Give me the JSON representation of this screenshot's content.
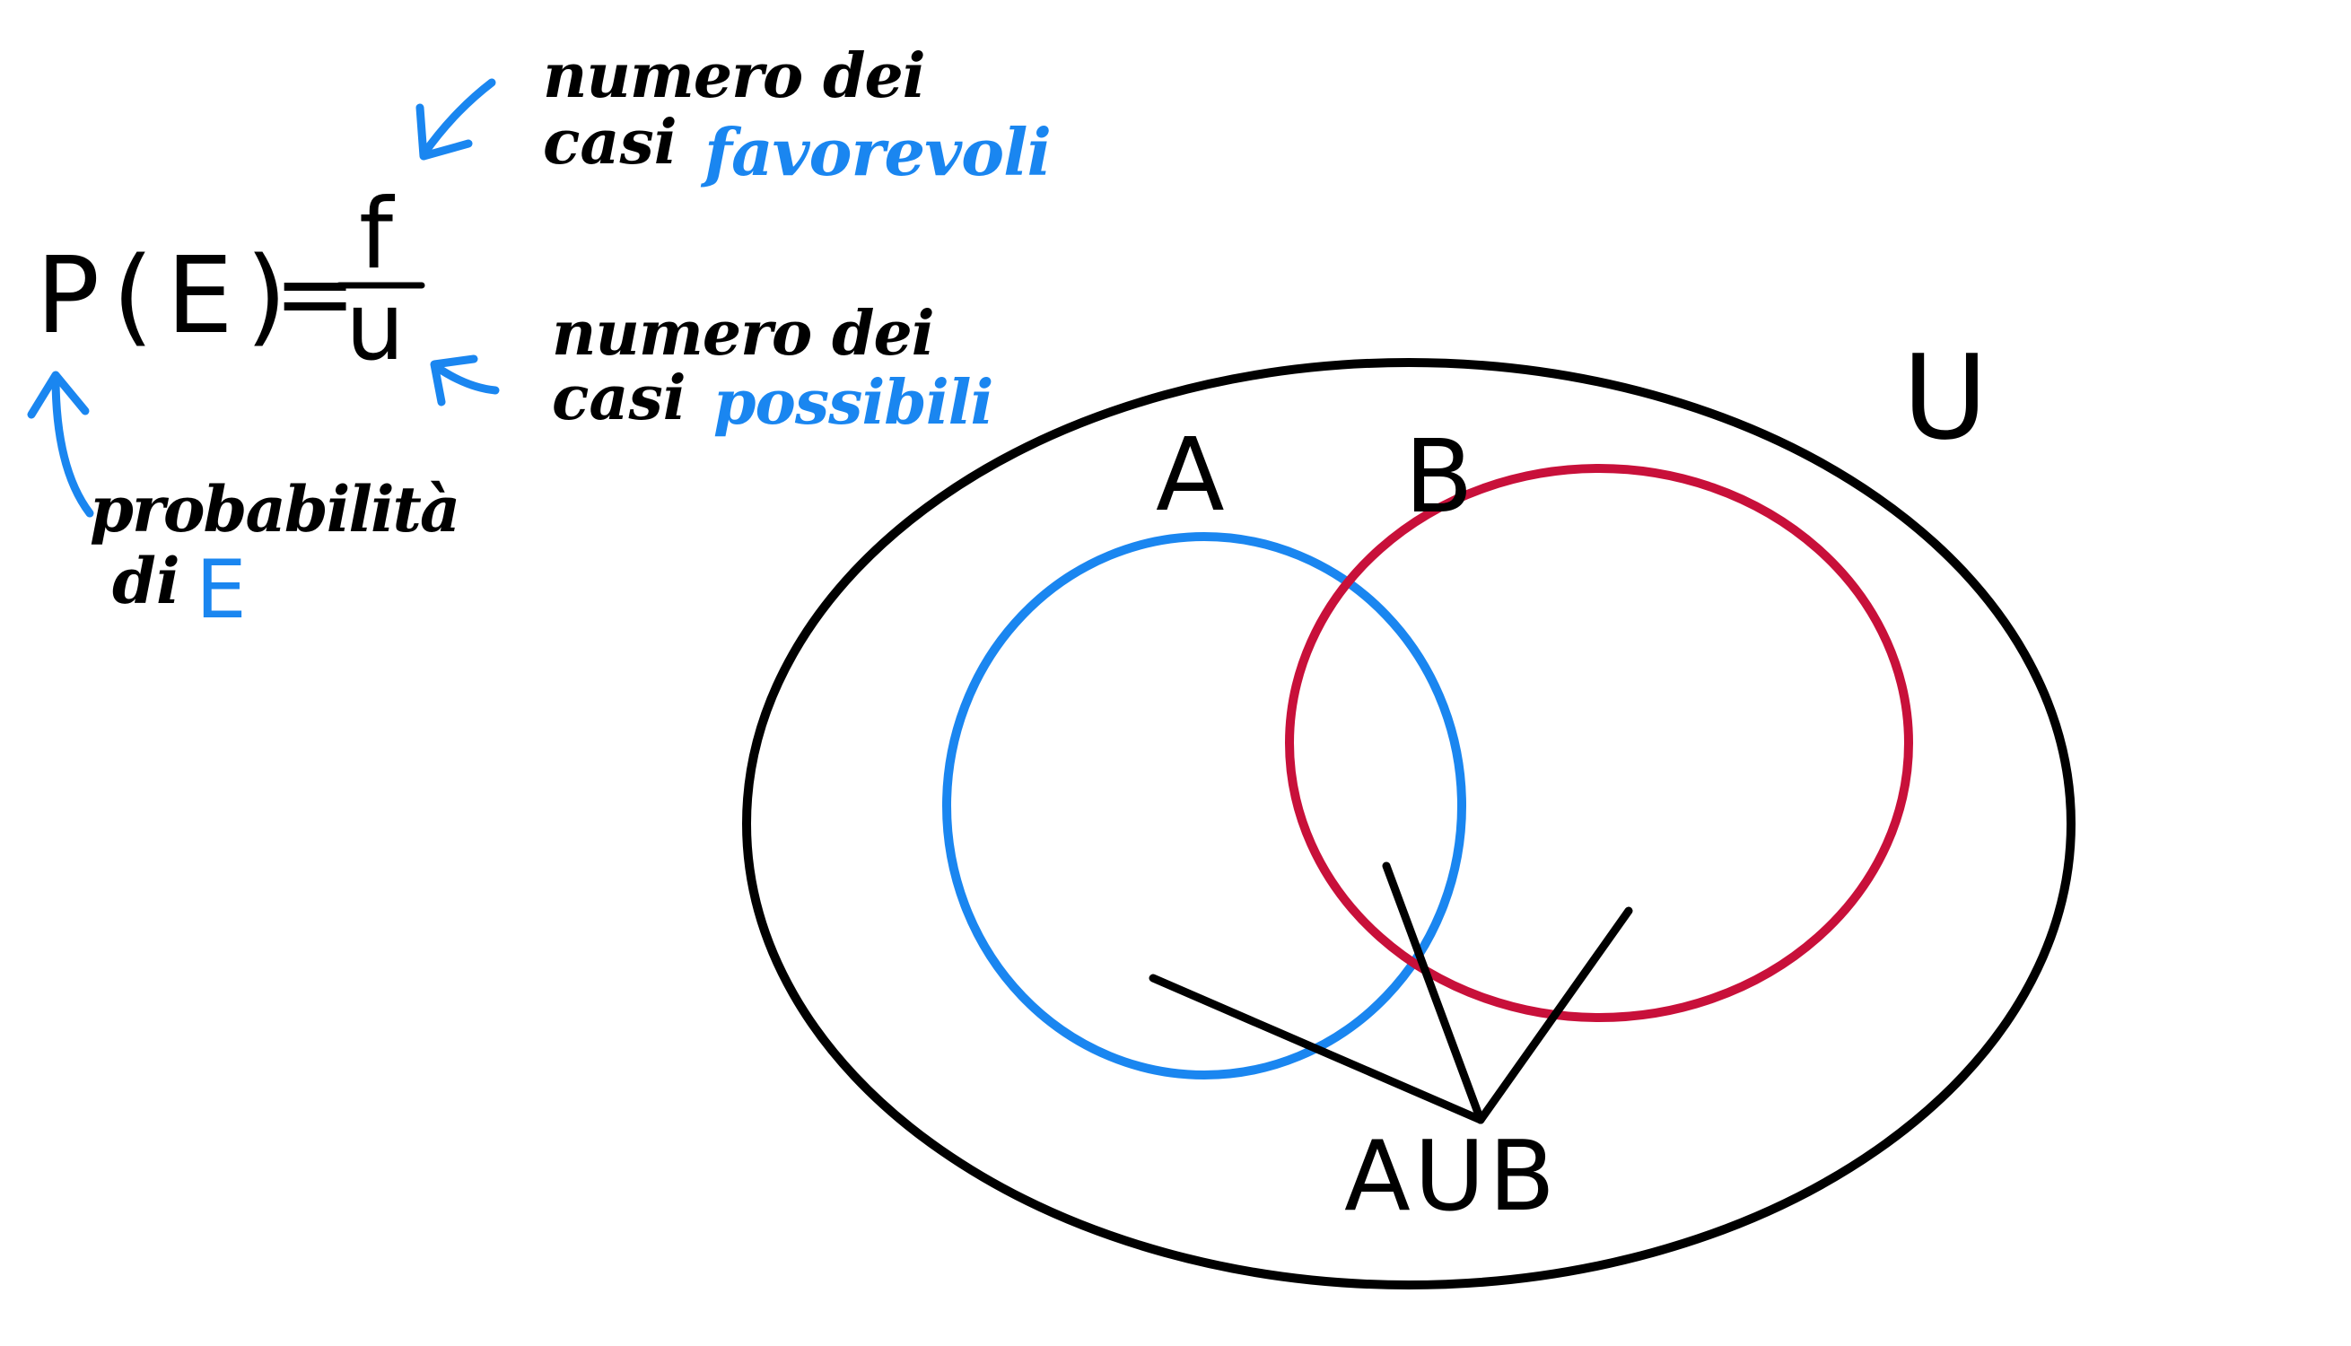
{
  "colors": {
    "ink": "#000000",
    "accent_blue": "#1a86f0",
    "accent_red": "#c8103a",
    "background": "#ffffff"
  },
  "formula": {
    "lhs": "P(E)",
    "equals": "=",
    "numerator": "f",
    "denominator": "u"
  },
  "notes": {
    "favorable": {
      "line1": "numero dei",
      "line2_prefix": "casi",
      "line2_highlight": "favorevoli"
    },
    "possible": {
      "line1": "numero dei",
      "line2_prefix": "casi",
      "line2_highlight": "possibili"
    },
    "probability": {
      "line1": "probabilità",
      "line2_prefix": "di",
      "line2_highlight": "E"
    }
  },
  "venn": {
    "universe_label": "U",
    "set_a_label": "A",
    "set_b_label": "B",
    "union_label": "AUB"
  }
}
